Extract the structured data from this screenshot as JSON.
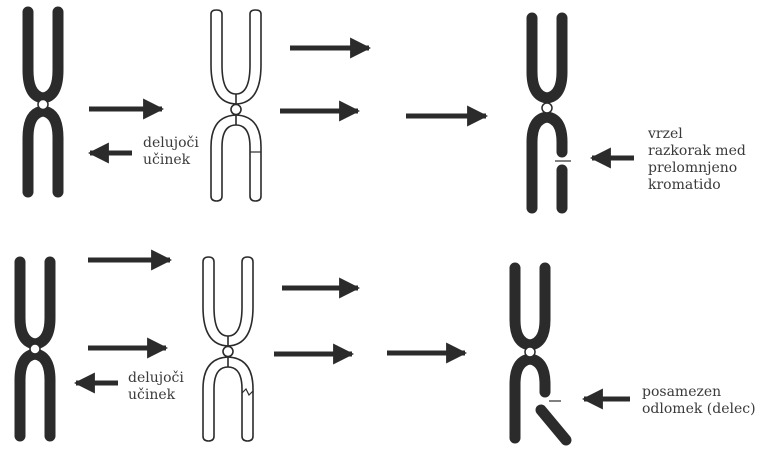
{
  "rows": [
    {
      "effect_label_lines": [
        "delujoči",
        "učinek"
      ],
      "result_label_lines": [
        "vrzel",
        "razkorak med",
        "prelomnjeno",
        "kromatido"
      ]
    },
    {
      "effect_label_lines": [
        "delujoči",
        "učinek"
      ],
      "result_label_lines": [
        "posamezen",
        "odlomek (delec)"
      ]
    }
  ],
  "colors": {
    "chromosome_fill": "#2b2b2b",
    "outline": "#2b2b2b",
    "arrow": "#2b2b2b",
    "text": "#3a3a3a",
    "background": "#ffffff"
  }
}
